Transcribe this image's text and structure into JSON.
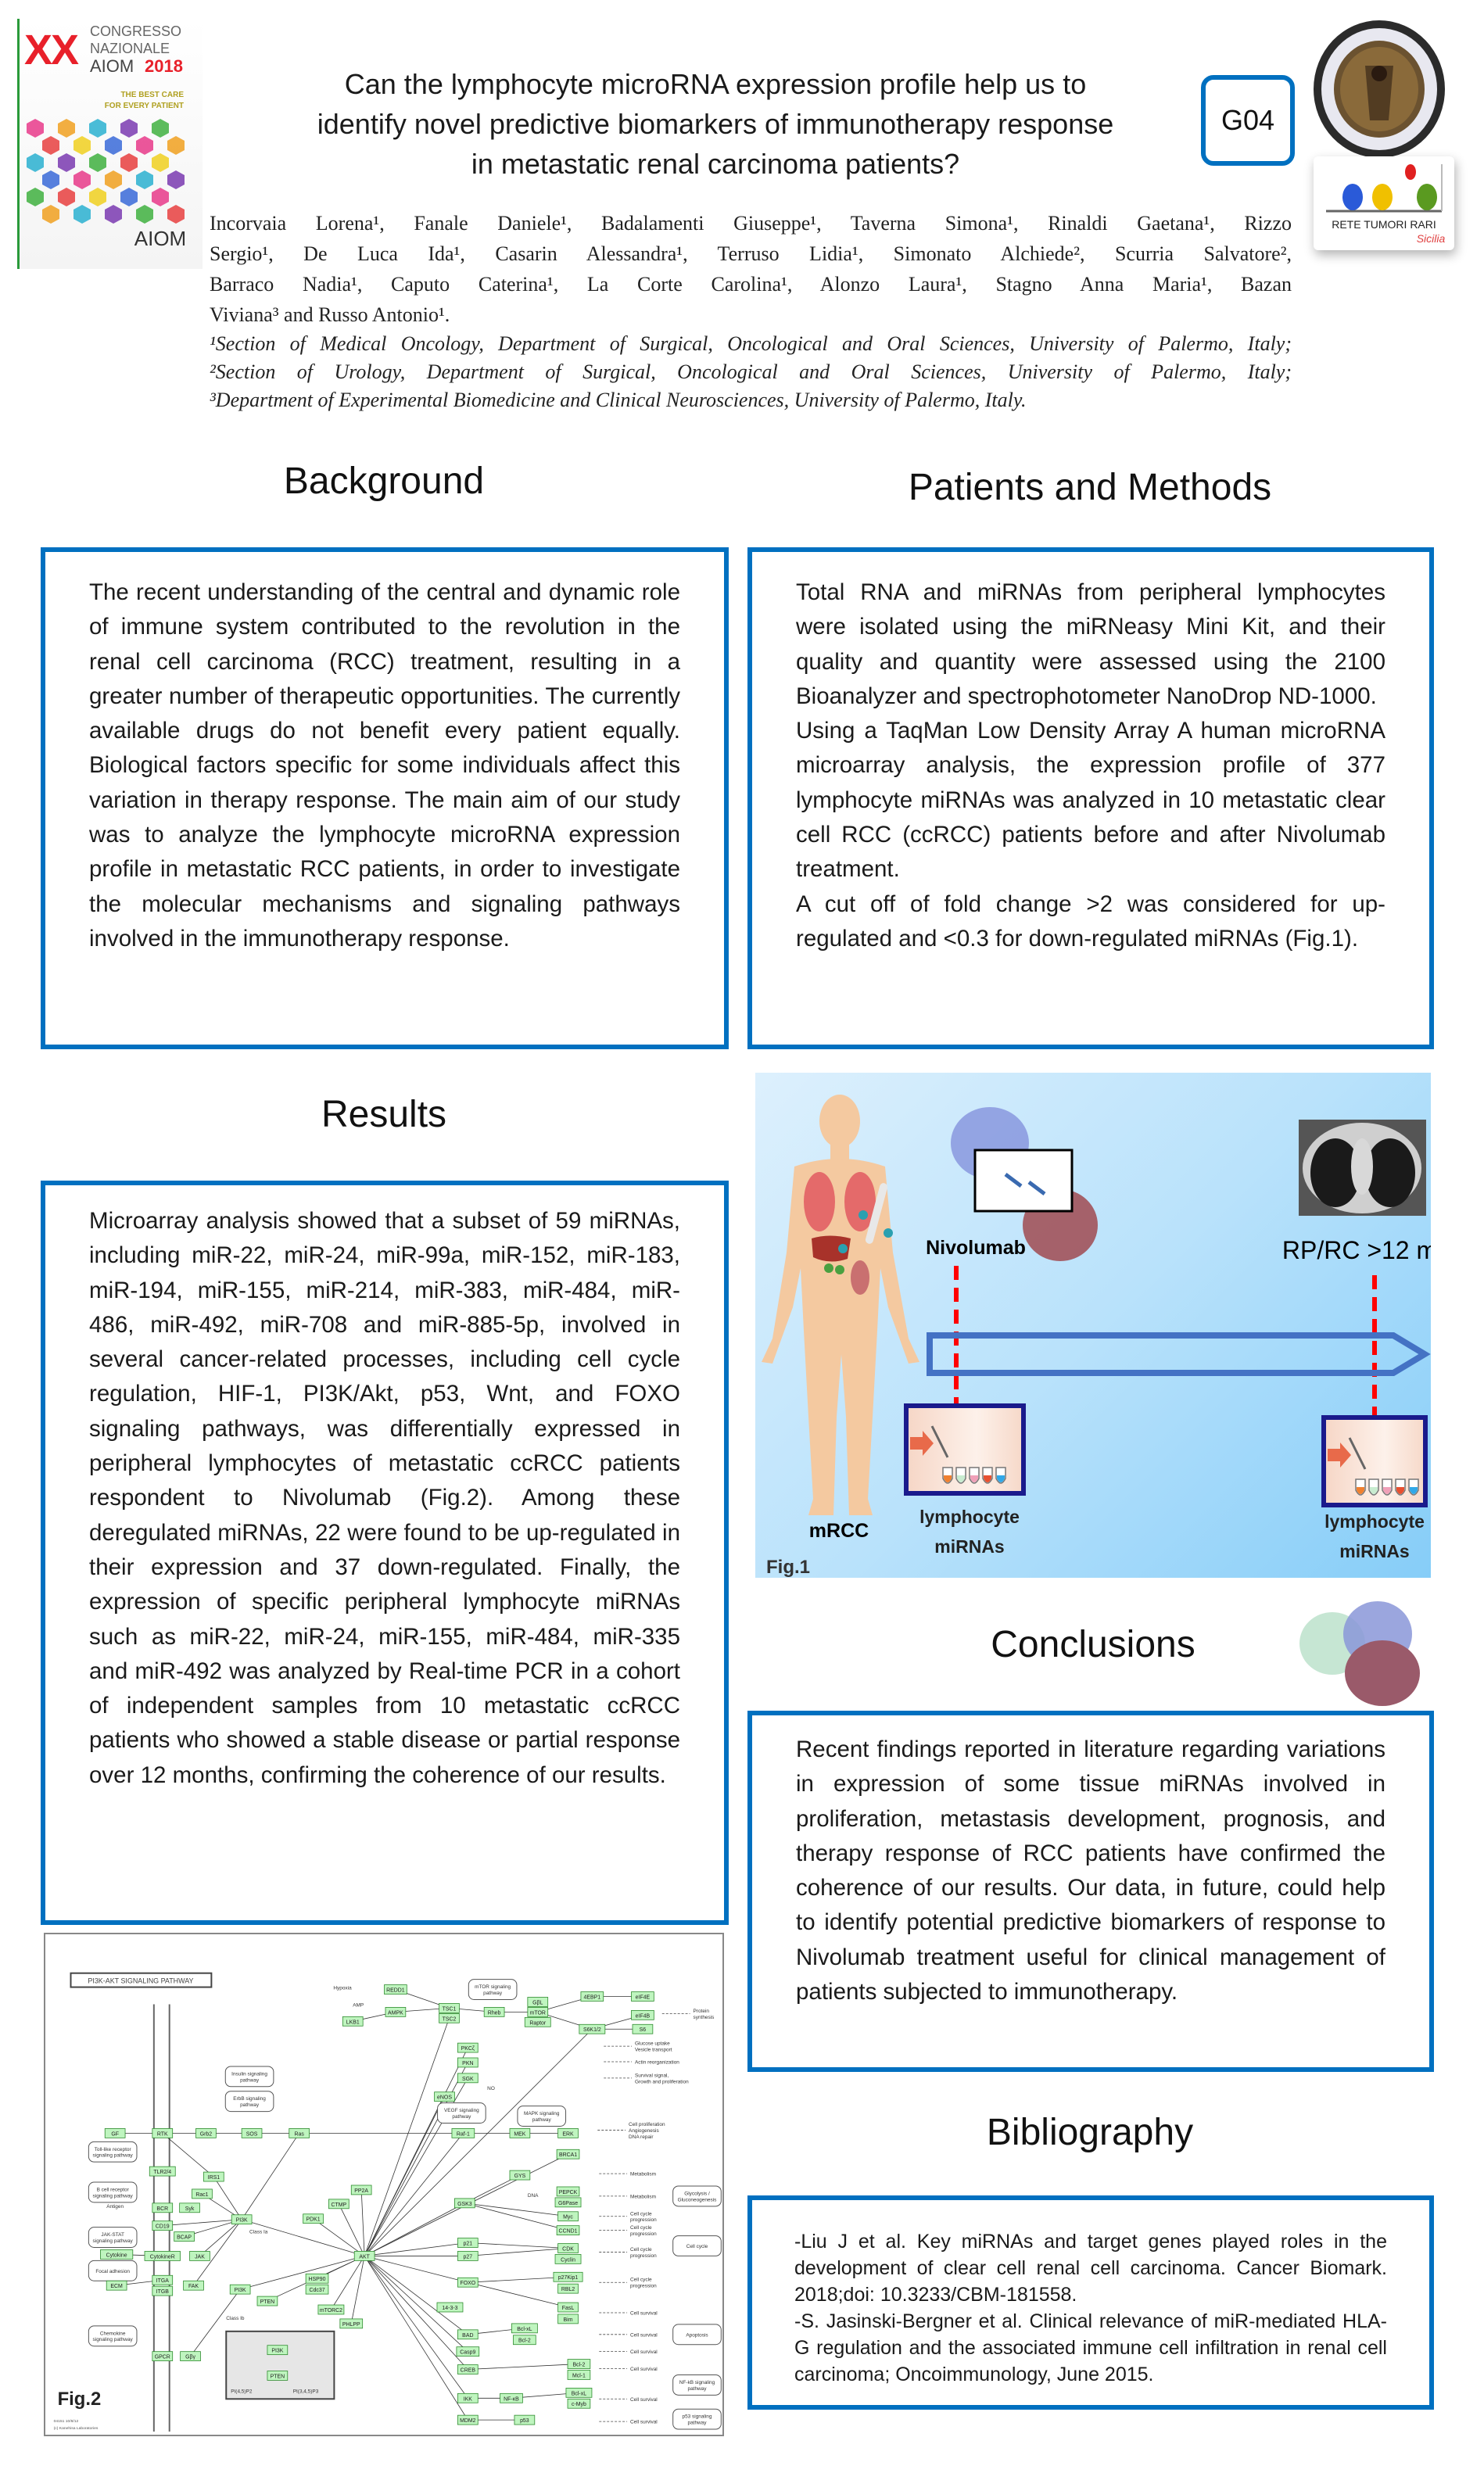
{
  "header": {
    "title_lines": [
      "Can the lymphocyte microRNA expression profile help us to",
      "identify novel predictive biomarkers of immunotherapy response",
      "in metastatic renal carcinoma patients?"
    ],
    "poster_code": "G04",
    "congress_logo": {
      "numeral": "XX",
      "line1": "CONGRESSO",
      "line2": "NAZIONALE",
      "line3": "AIOM",
      "year": "2018",
      "tagline1": "THE BEST CARE",
      "tagline2": "FOR EVERY PATIENT",
      "brand": "AIOM"
    },
    "network_logo": {
      "text": "RETE TUMORI RARI",
      "script": "Sicilia"
    }
  },
  "authors": {
    "lines": [
      "Incorvaia Lorena¹, Fanale Daniele¹, Badalamenti Giuseppe¹, Taverna Simona¹, Rinaldi Gaetana¹, Rizzo",
      "Sergio¹, De Luca Ida¹,  Casarin Alessandra¹, Terruso Lidia¹, Simonato Alchiede², Scurria Salvatore²,",
      "Barraco Nadia¹, Caputo Caterina¹, La Corte Carolina¹, Alonzo Laura¹, Stagno Anna Maria¹, Bazan",
      "Viviana³ and Russo Antonio¹."
    ],
    "affiliations": [
      "¹Section of Medical Oncology, Department of Surgical, Oncological and Oral Sciences, University of Palermo, Italy;",
      "²Section of Urology, Department of Surgical, Oncological and Oral Sciences, University of Palermo, Italy;",
      "³Department of Experimental Biomedicine and Clinical Neurosciences, University of Palermo, Italy."
    ]
  },
  "background": {
    "heading": "Background",
    "text": "The recent understanding of the central and dynamic role of immune system contributed to the revolution in the renal cell carcinoma (RCC) treatment, resulting in a greater number of therapeutic opportunities. The currently available drugs do not benefit every patient equally. Biological factors specific for some individuals affect this variation in therapy response. The main aim of our study was to analyze the lymphocyte microRNA expression profile in metastatic RCC patients, in order to investigate the molecular mechanisms and signaling pathways involved in the immunotherapy response."
  },
  "methods": {
    "heading": "Patients and Methods",
    "paragraphs": [
      "Total RNA and miRNAs from peripheral lymphocytes were isolated using the miRNeasy Mini Kit, and their quality and quantity were assessed using the 2100 Bioanalyzer and spectrophotometer NanoDrop ND-1000.",
      "Using a TaqMan Low Density Array A human microRNA microarray analysis, the expression profile of 377 lymphocyte miRNAs was analyzed in 10 metastatic clear cell RCC (ccRCC) patients before and after Nivolumab treatment.",
      "A cut off of fold change >2 was considered for up-regulated and <0.3 for down-regulated miRNAs (Fig.1)."
    ]
  },
  "results": {
    "heading": "Results",
    "text": "Microarray analysis showed that a subset of 59 miRNAs, including miR-22, miR-24, miR-99a, miR-152, miR-183, miR-194, miR-155, miR-214, miR-383, miR-484, miR-486, miR-492, miR-708 and miR-885-5p, involved in several cancer-related processes, including cell cycle regulation, HIF-1, PI3K/Akt, p53, Wnt, and FOXO signaling pathways, was differentially expressed in peripheral lymphocytes of metastatic ccRCC patients respondent to Nivolumab (Fig.2). Among these deregulated miRNAs, 22 were found to be up-regulated in their expression and 37 down-regulated. Finally, the expression of specific peripheral lymphocyte miRNAs such as miR-22, miR-24, miR-155, miR-484, miR-335 and miR-492 was analyzed by Real-time PCR in a cohort of independent samples from 10 metastatic ccRCC patients who showed a stable disease or partial response over 12 months, confirming the coherence of our results."
  },
  "fig1": {
    "label": "Fig.1",
    "patient_label": "mRCC",
    "drug_label": "Nivolumab",
    "response_label": "RP/RC >12 m",
    "sample_label_line1": "lymphocyte",
    "sample_label_line2": "miRNAs",
    "colors": {
      "arrow": "#4472c4",
      "dash": "#ff0000",
      "sample_box": "#1a1a8c"
    }
  },
  "fig2": {
    "label": "Fig.2",
    "title": "PI3K-AKT SIGNALING PATHWAY",
    "footer1": "04151 10/8/12",
    "footer2": "(c) Kanehisa Laboratories",
    "nodes": [
      {
        "id": "gf",
        "label": "GF"
      },
      {
        "id": "rtk",
        "label": "RTK"
      },
      {
        "id": "grb2",
        "label": "Grb2"
      },
      {
        "id": "sos",
        "label": "SOS"
      },
      {
        "id": "ras",
        "label": "Ras"
      },
      {
        "id": "raf",
        "label": "Raf-1"
      },
      {
        "id": "mek",
        "label": "MEK"
      },
      {
        "id": "erk",
        "label": "ERK"
      },
      {
        "id": "brca1",
        "label": "BRCA1"
      },
      {
        "id": "tlr",
        "label": "TLR2/4"
      },
      {
        "id": "irs1",
        "label": "IRS1"
      },
      {
        "id": "rac1",
        "label": "Rac1"
      },
      {
        "id": "bcr",
        "label": "BCR"
      },
      {
        "id": "syk",
        "label": "Syk"
      },
      {
        "id": "cd19",
        "label": "CD19"
      },
      {
        "id": "bcap",
        "label": "BCAP"
      },
      {
        "id": "pi3ka",
        "label": "PI3K"
      },
      {
        "id": "pdk1",
        "label": "PDK1"
      },
      {
        "id": "pp2a",
        "label": "PP2A"
      },
      {
        "id": "ctmp",
        "label": "CTMP"
      },
      {
        "id": "akt",
        "label": "AKT"
      },
      {
        "id": "cytokine",
        "label": "Cytokine"
      },
      {
        "id": "cytr",
        "label": "CytokineR"
      },
      {
        "id": "jak",
        "label": "JAK"
      },
      {
        "id": "itga",
        "label": "ITGA"
      },
      {
        "id": "itgb",
        "label": "ITGB"
      },
      {
        "id": "fak",
        "label": "FAK"
      },
      {
        "id": "ecm",
        "label": "ECM"
      },
      {
        "id": "pi3kb",
        "label": "PI3K"
      },
      {
        "id": "pten",
        "label": "PTEN"
      },
      {
        "id": "hsp90",
        "label": "HSP90"
      },
      {
        "id": "cdc37",
        "label": "Cdc37"
      },
      {
        "id": "mtorc2",
        "label": "mTORC2"
      },
      {
        "id": "phlpp",
        "label": "PHLPP"
      },
      {
        "id": "gpcr",
        "label": "GPCR"
      },
      {
        "id": "gbg",
        "label": "Gβγ"
      },
      {
        "id": "redd1",
        "label": "REDD1"
      },
      {
        "id": "ampk",
        "label": "AMPK"
      },
      {
        "id": "lkb1",
        "label": "LKB1"
      },
      {
        "id": "tsc1",
        "label": "TSC1"
      },
      {
        "id": "tsc2",
        "label": "TSC2"
      },
      {
        "id": "rheb",
        "label": "Rheb"
      },
      {
        "id": "gbl",
        "label": "GβL"
      },
      {
        "id": "mtor",
        "label": "mTOR"
      },
      {
        "id": "raptor",
        "label": "Raptor"
      },
      {
        "id": "4ebp1",
        "label": "4EBP1"
      },
      {
        "id": "eif4e",
        "label": "eIF4E"
      },
      {
        "id": "eif4b",
        "label": "eIF4B"
      },
      {
        "id": "s6k",
        "label": "S6K1/2"
      },
      {
        "id": "s6",
        "label": "S6"
      },
      {
        "id": "pkcz",
        "label": "PKCζ"
      },
      {
        "id": "pkn",
        "label": "PKN"
      },
      {
        "id": "sgk",
        "label": "SGK"
      },
      {
        "id": "enos",
        "label": "eNOS"
      },
      {
        "id": "gys",
        "label": "GYS"
      },
      {
        "id": "gsk3",
        "label": "GSK3"
      },
      {
        "id": "pepck",
        "label": "PEPCK"
      },
      {
        "id": "g6pase",
        "label": "G6Pase"
      },
      {
        "id": "myc",
        "label": "Myc"
      },
      {
        "id": "ccnd1",
        "label": "CCND1"
      },
      {
        "id": "p21",
        "label": "p21"
      },
      {
        "id": "p27",
        "label": "p27"
      },
      {
        "id": "cdk",
        "label": "CDK"
      },
      {
        "id": "cyclin",
        "label": "Cyclin"
      },
      {
        "id": "foxo",
        "label": "FOXO"
      },
      {
        "id": "p27kip",
        "label": "p27Kip1"
      },
      {
        "id": "rbl2",
        "label": "RBL2"
      },
      {
        "id": "fasl",
        "label": "FasL"
      },
      {
        "id": "bim",
        "label": "Bim"
      },
      {
        "id": "1433",
        "label": "14-3-3"
      },
      {
        "id": "bad",
        "label": "BAD"
      },
      {
        "id": "bclxl",
        "label": "Bcl-xL"
      },
      {
        "id": "bcl2",
        "label": "Bcl-2"
      },
      {
        "id": "casp9",
        "label": "Casp9"
      },
      {
        "id": "creb",
        "label": "CREB"
      },
      {
        "id": "bcl2b",
        "label": "Bcl-2"
      },
      {
        "id": "mcl1",
        "label": "Mcl-1"
      },
      {
        "id": "ikk",
        "label": "IKK"
      },
      {
        "id": "nfkb",
        "label": "NF-κB"
      },
      {
        "id": "bclxlb",
        "label": "Bcl-xL"
      },
      {
        "id": "cmyb",
        "label": "c-Myb"
      },
      {
        "id": "mdm2",
        "label": "MDM2"
      },
      {
        "id": "p53",
        "label": "p53"
      },
      {
        "id": "lg_pi3k",
        "label": "PI3K"
      },
      {
        "id": "lg_pten",
        "label": "PTEN"
      }
    ],
    "edges": [
      [
        "gf",
        "rtk"
      ],
      [
        "rtk",
        "grb2"
      ],
      [
        "grb2",
        "sos"
      ],
      [
        "sos",
        "ras"
      ],
      [
        "ras",
        "raf"
      ],
      [
        "raf",
        "mek"
      ],
      [
        "mek",
        "erk"
      ],
      [
        "rtk",
        "irs1"
      ],
      [
        "irs1",
        "pi3ka"
      ],
      [
        "rac1",
        "pi3ka"
      ],
      [
        "cd19",
        "pi3ka"
      ],
      [
        "bcap",
        "pi3ka"
      ],
      [
        "jak",
        "pi3ka"
      ],
      [
        "fak",
        "pi3ka"
      ],
      [
        "ras",
        "pi3ka"
      ],
      [
        "pi3ka",
        "akt"
      ],
      [
        "pdk1",
        "akt"
      ],
      [
        "pi3kb",
        "akt"
      ],
      [
        "gbg",
        "pi3kb"
      ],
      [
        "cytokine",
        "cytr"
      ],
      [
        "ecm",
        "itga"
      ],
      [
        "lkb1",
        "ampk"
      ],
      [
        "redd1",
        "tsc1"
      ],
      [
        "ampk",
        "tsc1"
      ],
      [
        "tsc1",
        "rheb"
      ],
      [
        "rheb",
        "mtor"
      ],
      [
        "mtor",
        "4ebp1"
      ],
      [
        "mtor",
        "s6k"
      ],
      [
        "4ebp1",
        "eif4e"
      ],
      [
        "s6k",
        "eif4b"
      ],
      [
        "s6k",
        "s6"
      ],
      [
        "akt",
        "tsc2"
      ],
      [
        "akt",
        "s6k"
      ],
      [
        "akt",
        "pkcz"
      ],
      [
        "akt",
        "pkn"
      ],
      [
        "akt",
        "sgk"
      ],
      [
        "akt",
        "enos"
      ],
      [
        "akt",
        "raf"
      ],
      [
        "akt",
        "brca1"
      ],
      [
        "akt",
        "gsk3"
      ],
      [
        "akt",
        "p21"
      ],
      [
        "akt",
        "p27"
      ],
      [
        "akt",
        "foxo"
      ],
      [
        "akt",
        "bad"
      ],
      [
        "akt",
        "casp9"
      ],
      [
        "akt",
        "creb"
      ],
      [
        "akt",
        "ikk"
      ],
      [
        "akt",
        "mdm2"
      ],
      [
        "gsk3",
        "gys"
      ],
      [
        "gsk3",
        "myc"
      ],
      [
        "gsk3",
        "ccnd1"
      ],
      [
        "p21",
        "cdk"
      ],
      [
        "p27",
        "cdk"
      ],
      [
        "foxo",
        "p27kip"
      ],
      [
        "foxo",
        "fasl"
      ],
      [
        "bad",
        "bclxl"
      ],
      [
        "creb",
        "bcl2b"
      ],
      [
        "ikk",
        "nfkb"
      ],
      [
        "nfkb",
        "bclxlb"
      ],
      [
        "mdm2",
        "p53"
      ],
      [
        "ctmp",
        "akt"
      ],
      [
        "pp2a",
        "akt"
      ],
      [
        "mtorc2",
        "akt"
      ],
      [
        "phlpp",
        "akt"
      ],
      [
        "hsp90",
        "akt"
      ],
      [
        "pten",
        "akt"
      ]
    ],
    "pathways": [
      {
        "id": "mtor",
        "label": [
          "mTOR signaling",
          "pathway"
        ]
      },
      {
        "id": "insulin",
        "label": [
          "Insulin signaling",
          "pathway"
        ]
      },
      {
        "id": "erbb",
        "label": [
          "ErbB signaling",
          "pathway"
        ]
      },
      {
        "id": "vegf",
        "label": [
          "VEGF signaling",
          "pathway"
        ]
      },
      {
        "id": "mapk",
        "label": [
          "MAPK signaling",
          "pathway"
        ]
      },
      {
        "id": "toll",
        "label": [
          "Toll-like receptor",
          "signaling pathway"
        ]
      },
      {
        "id": "bcell",
        "label": [
          "B cell receptor",
          "signaling pathway"
        ]
      },
      {
        "id": "jakstat",
        "label": [
          "JAK-STAT",
          "signaling pathway"
        ]
      },
      {
        "id": "focal",
        "label": [
          "Focal adhesion"
        ]
      },
      {
        "id": "chemokine",
        "label": [
          "Chemokine",
          "signaling pathway"
        ]
      },
      {
        "id": "glyco",
        "label": [
          "Glycolysis /",
          "Gluconeogenesis"
        ]
      },
      {
        "id": "cellcycle",
        "label": [
          "Cell cycle"
        ]
      },
      {
        "id": "apoptosis",
        "label": [
          "Apoptosis"
        ]
      },
      {
        "id": "nfkbp",
        "label": [
          "NF-kB signaling",
          "pathway"
        ]
      },
      {
        "id": "p53p",
        "label": [
          "p53 signaling",
          "pathway"
        ]
      }
    ],
    "outcomes": [
      {
        "id": "protein",
        "label": [
          "Protein",
          "synthesis"
        ]
      },
      {
        "id": "glucose",
        "label": [
          "Glucose uptake",
          "Vesicle transport"
        ]
      },
      {
        "id": "actin",
        "label": [
          "Actin reorganization"
        ]
      },
      {
        "id": "survsig",
        "label": [
          "Survival signal,",
          "Growth and proliferation"
        ]
      },
      {
        "id": "prolif",
        "label": [
          "Cell proliferation",
          "Angiogenesis",
          "DNA repair"
        ]
      },
      {
        "id": "metab1",
        "label": [
          "Metabolism"
        ]
      },
      {
        "id": "metab2",
        "label": [
          "Metabolism"
        ]
      },
      {
        "id": "cc1",
        "label": [
          "Cell cycle",
          "progression"
        ]
      },
      {
        "id": "cc2",
        "label": [
          "Cell cycle",
          "progression"
        ]
      },
      {
        "id": "cc3",
        "label": [
          "Cell cycle",
          "progression"
        ]
      },
      {
        "id": "cc4",
        "label": [
          "Cell cycle",
          "progression"
        ]
      },
      {
        "id": "cs1",
        "label": [
          "Cell survival"
        ]
      },
      {
        "id": "cs2",
        "label": [
          "Cell survival"
        ]
      },
      {
        "id": "cs3",
        "label": [
          "Cell survival"
        ]
      },
      {
        "id": "cs4",
        "label": [
          "Cell survival"
        ]
      },
      {
        "id": "cs5",
        "label": [
          "Cell survival"
        ]
      },
      {
        "id": "cs6",
        "label": [
          "Cell survival"
        ]
      }
    ],
    "small_labels": [
      "Hypoxia",
      "AMP",
      "Class Ia",
      "Class Ib",
      "Antigen",
      "PI(4,5)P2",
      "PI(3,4,5)P3",
      "DNA",
      "NO"
    ]
  },
  "conclusions": {
    "heading": "Conclusions",
    "text": "Recent findings reported in literature regarding variations in expression of some tissue miRNAs involved in proliferation, metastasis development, prognosis, and therapy response of RCC patients have confirmed the coherence of our results. Our data, in future, could help to identify potential predictive biomarkers of response to Nivolumab treatment useful for clinical management of patients subjected to immunotherapy."
  },
  "bibliography": {
    "heading": "Bibliography",
    "entries": [
      "-Liu J et al. Key miRNAs and target genes played roles in the development of clear cell renal cell carcinoma.  Cancer Biomark. 2018;doi: 10.3233/CBM-181558.",
      " -S. Jasinski-Bergner et al. Clinical relevance of miR-mediated HLA-G regulation and the associated immune cell infiltration in renal cell carcinoma; Oncoimmunology, June 2015."
    ]
  },
  "theme": {
    "box_border": "#0070c0",
    "node_fill": "#bff5bf",
    "node_stroke": "#2e8b2e"
  }
}
